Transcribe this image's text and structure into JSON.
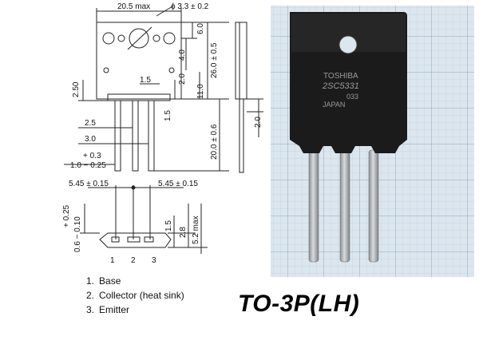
{
  "package": "TO-3P(LH)",
  "pins": [
    {
      "num": "1.",
      "name": "Base"
    },
    {
      "num": "2.",
      "name": "Collector (heat sink)"
    },
    {
      "num": "3.",
      "name": "Emitter"
    }
  ],
  "dimensions": {
    "width": "20.5 max",
    "hole": "ϕ 3.3 ± 0.2",
    "d6": "6.0",
    "d4": "4.0",
    "d2a": "2.0",
    "d26": "26.0 ± 0.5",
    "d11": "11.0",
    "d15a": "1.5",
    "d250": "2.50",
    "d25": "2.5",
    "d30": "3.0",
    "d15b": "1.5",
    "d20lead": "20.0 ± 0.6",
    "tolPlus": "+ 0.3",
    "tolBase": "1.0 − 0.25",
    "side2": "2.0",
    "pitchL": "5.45 ± 0.15",
    "pitchR": "5.45 ± 0.15",
    "botTolA": "+ 0.25",
    "botTolB": "0.6 − 0.10",
    "bot15": "1.5",
    "bot28": "2.8",
    "bot52": "5.2 max",
    "pin1": "1",
    "pin2": "2",
    "pin3": "3"
  },
  "marking": {
    "brand": "TOSHIBA",
    "part": "2SC5331",
    "code": "033",
    "origin": "JAPAN"
  },
  "colors": {
    "line": "#222222",
    "grid_bg": "#dce6ee",
    "grid_line": "#9fb3c6",
    "body": "#1b1b1b",
    "lead": "#b9bcbf"
  }
}
